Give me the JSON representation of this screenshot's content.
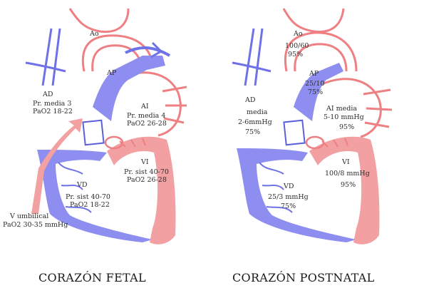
{
  "colors": {
    "venous": "#8d8ef0",
    "arterial": "#f2a0a2"
  },
  "fetal": {
    "caption": "CORAZÓN FETAL",
    "ao": "Ao",
    "ap": "AP",
    "ad_title": "AD",
    "ad_line1": "Pr. media 3",
    "ad_line2": "PaO2 18-22",
    "ai_title": "AI",
    "ai_line1": "Pr. media 4",
    "ai_line2": "PaO2 26-28",
    "vd_title": "VD",
    "vd_line1": "Pr. sist 40-70",
    "vd_line2": "PaO2 18-22",
    "vi_title": "VI",
    "vi_line1": "Pr. sist 40-70",
    "vi_line2": "PaO2 26-28",
    "umb_line1": "V umbilical",
    "umb_line2": "PaO2 30-35 mmHg"
  },
  "postnatal": {
    "caption": "CORAZÓN POSTNATAL",
    "ao": "Ao",
    "ao_line1": "100/60",
    "ao_line2": "95%",
    "ap": "AP",
    "ap_line1": "25/10",
    "ap_line2": "75%",
    "ad_title": "AD",
    "ad_line1": "media",
    "ad_line2": "2-6mmHg",
    "ad_line3": "75%",
    "ai_line1": "AI media",
    "ai_line2": "5-10 mmHg",
    "ai_line3": "95%",
    "vd_title": "VD",
    "vd_line1": "25/3 mmHg",
    "vd_line2": "75%",
    "vi_title": "VI",
    "vi_line1": "100/8 mmHg",
    "vi_line2": "95%"
  }
}
